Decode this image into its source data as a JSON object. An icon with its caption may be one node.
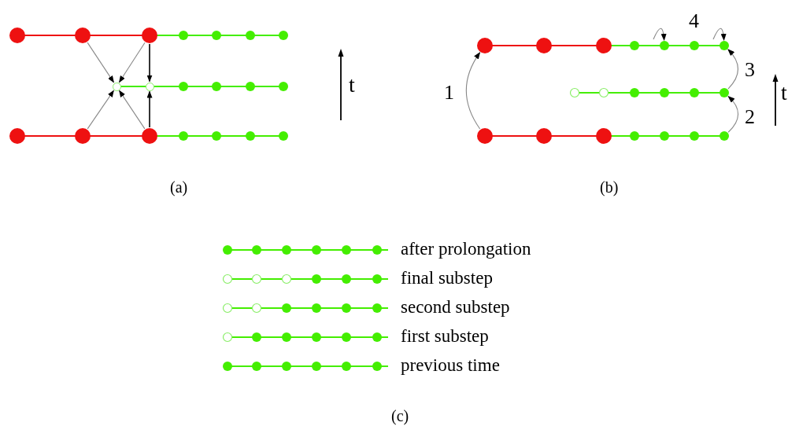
{
  "diagram": {
    "nodes": [
      {
        "text": [],
        "shape": "circle"
      },
      {
        "text": [],
        "shape": "circle"
      },
      {
        "text": [],
        "shape": "circle"
      },
      {
        "text": [],
        "shape": "circle"
      },
      {
        "text": [],
        "shape": "circle"
      },
      {
        "text": [],
        "shape": "circle"
      },
      {
        "text": [],
        "shape": "circle"
      },
      {
        "text": [],
        "shape": "circle"
      },
      {
        "text": [],
        "shape": "circle"
      },
      {
        "text": [],
        "shape": "circle"
      },
      {
        "text": [],
        "shape": "circle"
      },
      {
        "text": [],
        "shape": "circle"
      }
    ],
    "edges": [
      {
        "from": 0,
        "to": 2,
        "arrow": "to"
      },
      {
        "from": 1,
        "to": 2,
        "arrow": "to"
      },
      {
        "from": 1,
        "to": 3,
        "arrow": "to",
        "color": "#000000"
      },
      {
        "from": 4,
        "to": 2,
        "arrow": "to"
      },
      {
        "from": 5,
        "to": 2,
        "arrow": "to"
      },
      {
        "from": 5,
        "to": 3,
        "arrow": "to",
        "color": "#000000"
      },
      {
        "from": 9,
        "to": 6,
        "arrow": "to",
        "label": "1"
      },
      {
        "from": 10,
        "to": 8,
        "arrow": "to",
        "label": "2"
      },
      {
        "from": 8,
        "to": 7,
        "arrow": "to",
        "label": "3"
      },
      {
        "from": null,
        "to": 11,
        "arrow": "to"
      },
      {
        "from": null,
        "to": 7,
        "arrow": "to"
      }
    ],
    "labels": [
      "4",
      "t",
      "t",
      "(a)",
      "(b)",
      "(c)"
    ],
    "legend": [
      {
        "text": "after prolongation"
      },
      {
        "text": "final substep"
      },
      {
        "text": "second substep"
      },
      {
        "text": "first substep"
      },
      {
        "text": "previous time"
      }
    ]
  }
}
